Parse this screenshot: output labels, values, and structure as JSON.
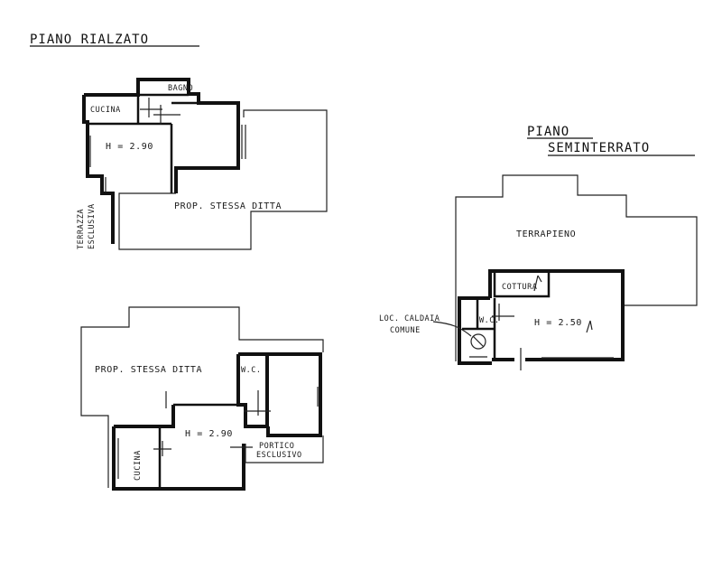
{
  "titles": {
    "upper_floor": "PIANO RIALZATO",
    "basement_line1": "PIANO",
    "basement_line2": "SEMINTERRATO"
  },
  "rialzato_top": {
    "bagno": "BAGNO",
    "cucina": "CUCINA",
    "height": "H = 2.90",
    "prop": "PROP. STESSA DITTA",
    "terrazza_1": "TERRAZZA",
    "terrazza_2": "ESCLUSIVA"
  },
  "rialzato_bottom": {
    "prop": "PROP. STESSA DITTA",
    "wc": "W.C.",
    "height": "H = 2.90",
    "cucina": "CUCINA",
    "portico_1": "PORTICO",
    "portico_2": "ESCLUSIVO"
  },
  "seminterrato": {
    "terrapieno": "TERRAPIENO",
    "cottura": "COTTURA",
    "height": "H = 2.50",
    "wc": "W.C.",
    "loc_1": "LOC. CALDAIA",
    "loc_2": "COMUNE"
  }
}
